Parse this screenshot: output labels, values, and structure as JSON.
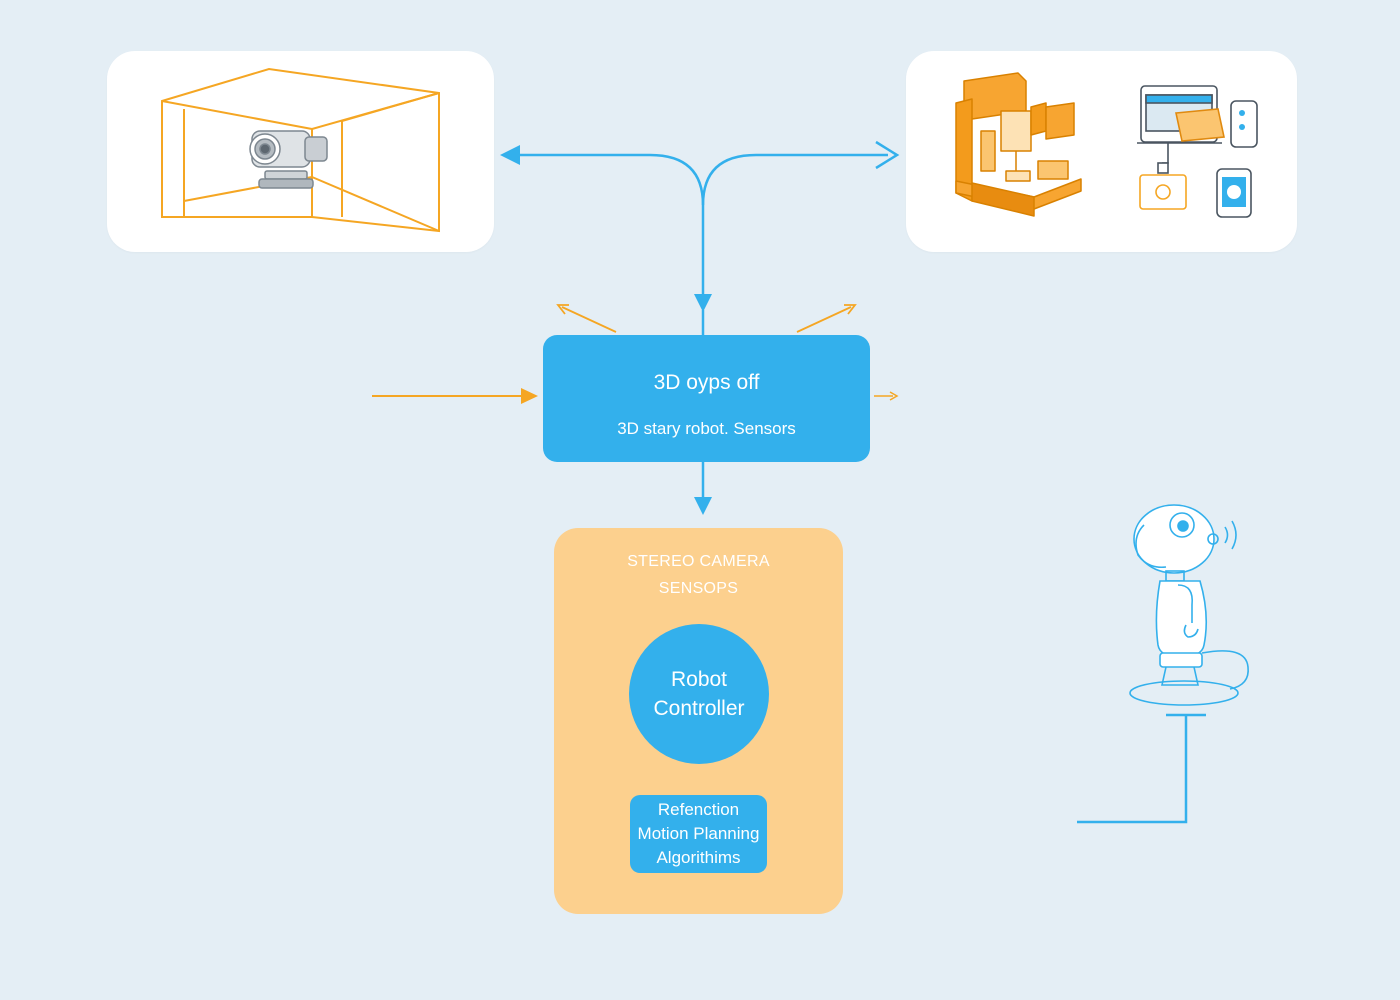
{
  "colors": {
    "background": "#e4eef5",
    "card": "#ffffff",
    "blue": "#33b0ec",
    "orange": "#f5a623",
    "orange_panel": "#fcd08e",
    "gray": "#8e9aa3"
  },
  "icons": {
    "camera_room": "camera-in-room-icon",
    "printer": "3d-printer-icon",
    "devices": "connected-devices-icon",
    "robot": "humanoid-robot-icon"
  },
  "node_3d": {
    "title": "3D oyps off",
    "subtitle": "3D stary robot. Sensors"
  },
  "stereo_panel": {
    "title": "STEREO CAMERA\nSENSOPS"
  },
  "controller": {
    "label": "Robot Controller"
  },
  "algorithms": {
    "label": "Refenction Motion Planning Algorithims"
  }
}
